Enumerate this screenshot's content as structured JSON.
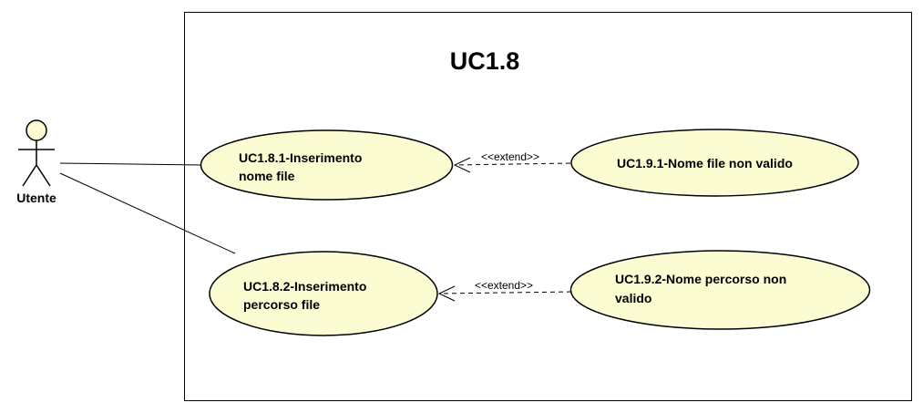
{
  "diagram": {
    "system_title": "UC1.8",
    "actor": {
      "name": "Utente"
    },
    "use_cases": {
      "uc181": {
        "line1": "UC1.8.1-Inserimento",
        "line2": "nome file"
      },
      "uc182": {
        "line1": "UC1.8.2-Inserimento",
        "line2": "percorso file"
      },
      "uc191": {
        "line1": "UC1.9.1-Nome file non valido"
      },
      "uc192": {
        "line1": "UC1.9.2-Nome percorso non",
        "line2": "valido"
      }
    },
    "relations": {
      "extend1": "<<extend>>",
      "extend2": "<<extend>>"
    },
    "colors": {
      "use_case_fill": "#fcfcd2",
      "stroke": "#000000",
      "actor_head_fill": "#fcfcd2"
    }
  }
}
